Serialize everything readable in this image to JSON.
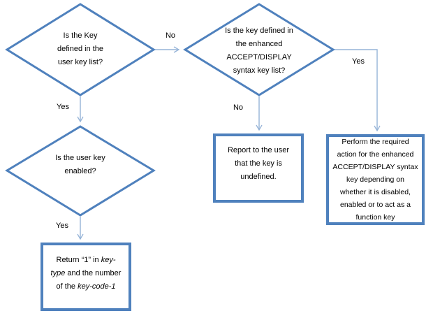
{
  "colors": {
    "shape_border": "#4F81BD",
    "connector": "#95B3D7",
    "text": "#000000",
    "background": "#FFFFFF"
  },
  "nodes": {
    "decision_user_key": {
      "lines": [
        "Is the Key",
        "defined in the",
        "user key list?"
      ]
    },
    "decision_enhanced": {
      "lines": [
        "Is the key defined in",
        "the enhanced",
        "ACCEPT/DISPLAY",
        "syntax key list?"
      ]
    },
    "decision_enabled": {
      "lines": [
        "Is the user key",
        "enabled?"
      ]
    },
    "process_report": {
      "lines": [
        "Report to the user",
        "that the key is",
        "undefined."
      ]
    },
    "process_perform": {
      "lines": [
        "Perform the required",
        "action for the enhanced",
        "ACCEPT/DISPLAY syntax",
        "key depending on",
        "whether it is disabled,",
        "enabled or to act as a",
        "function key"
      ]
    },
    "process_return": {
      "lines": [
        {
          "pre": "Return “1” in ",
          "italic": "key-"
        },
        {
          "italic": "type",
          "post": " and the number"
        },
        {
          "pre": "of the ",
          "italic": "key-code-1"
        }
      ]
    }
  },
  "edge_labels": {
    "no_to_enhanced": "No",
    "yes_to_enabled": "Yes",
    "no_to_report": "No",
    "yes_to_perform": "Yes",
    "yes_to_return": "Yes"
  }
}
